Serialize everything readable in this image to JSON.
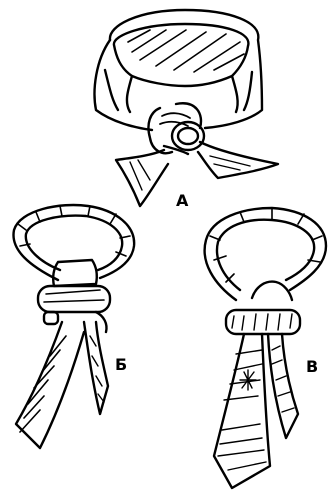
{
  "figures": [
    {
      "id": "a",
      "label": "А"
    },
    {
      "id": "b",
      "label": "Б"
    },
    {
      "id": "v",
      "label": "В"
    }
  ],
  "colors": {
    "ink": "#000000",
    "paper": "#ffffff"
  }
}
